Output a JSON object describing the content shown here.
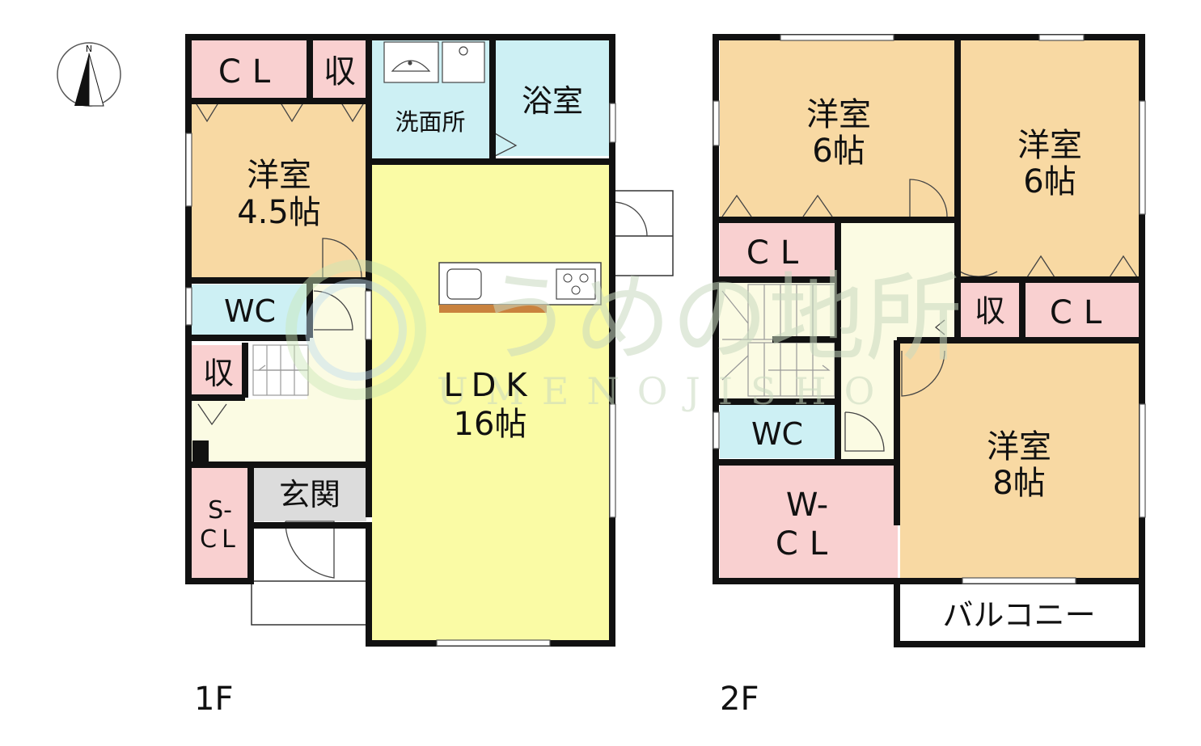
{
  "compass": {
    "north": "N"
  },
  "floors": [
    {
      "id": "1f",
      "label": "1F"
    },
    {
      "id": "2f",
      "label": "2F"
    }
  ],
  "rooms_1f": {
    "cl": "CL",
    "storage_top": "収",
    "washroom": "洗面所",
    "bath": "浴室",
    "western_name": "洋室",
    "western_size": "4.5帖",
    "wc": "WC",
    "storage_mid": "収",
    "ldk_name": "LDK",
    "ldk_size": "16帖",
    "entrance": "玄関",
    "shoe_cl_1": "S-",
    "shoe_cl_2": "CL"
  },
  "rooms_2f": {
    "western_a_name": "洋室",
    "western_a_size": "6帖",
    "western_b_name": "洋室",
    "western_b_size": "6帖",
    "cl_left": "CL",
    "storage": "収",
    "cl_right": "CL",
    "wc": "WC",
    "walkin_1": "W-",
    "walkin_2": "CL",
    "western_c_name": "洋室",
    "western_c_size": "8帖",
    "balcony": "バルコニー"
  },
  "watermark": {
    "logo": "うめの地所",
    "text": "UMENOJISHO"
  },
  "colors": {
    "western": "#f8d9a3",
    "closet": "#f9d0d0",
    "wet": "#cdf0f4",
    "ldk": "#fafba5",
    "hall": "#fbfbe3",
    "entrance": "#dcdcdc"
  }
}
